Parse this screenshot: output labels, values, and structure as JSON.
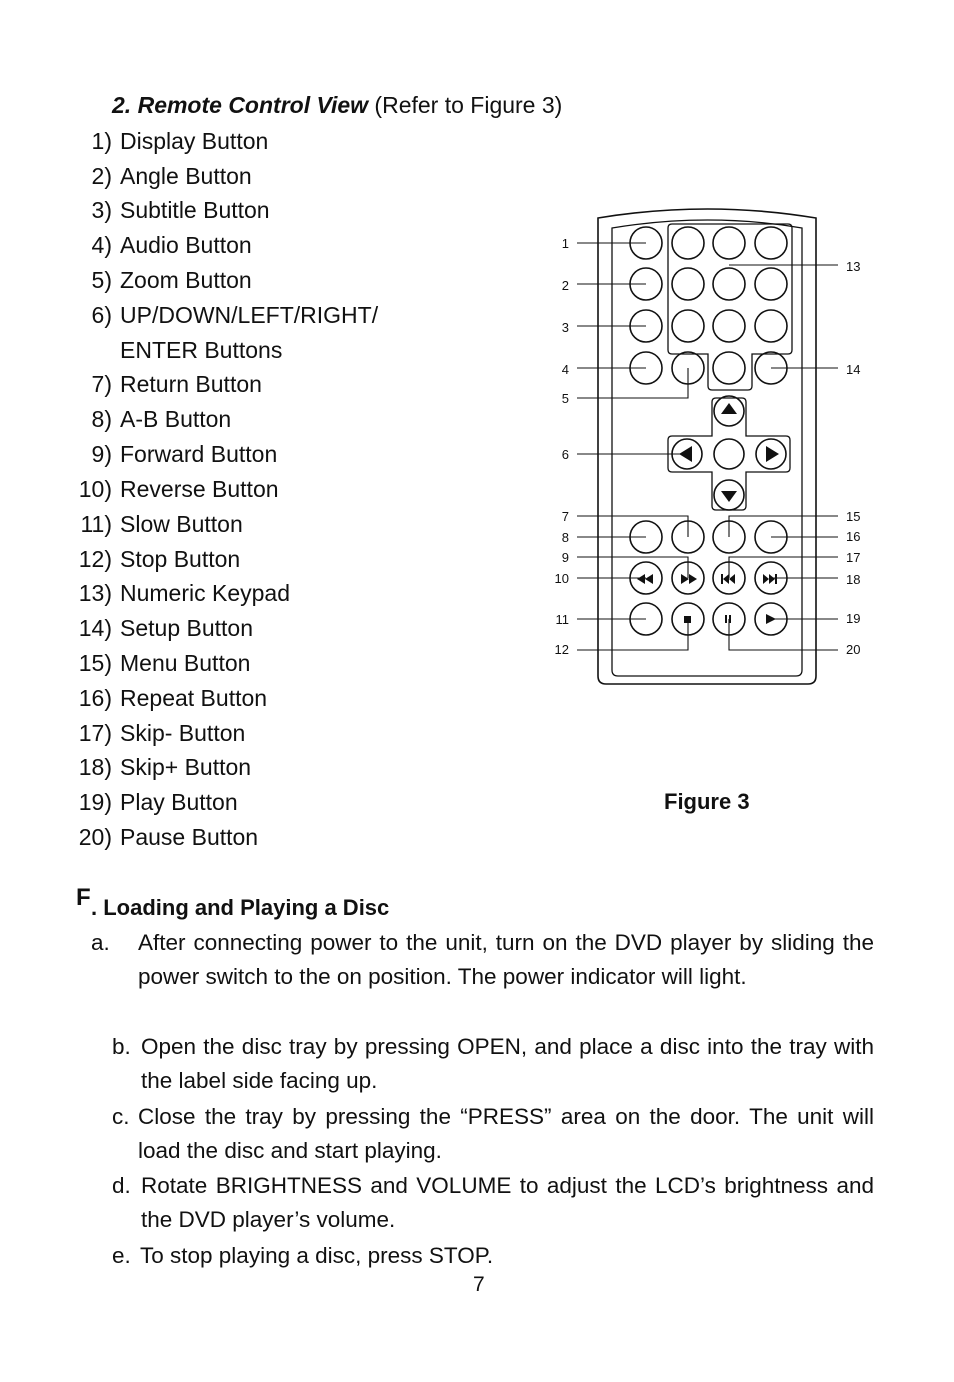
{
  "section": {
    "number": "2.",
    "title": "Remote Control View",
    "ref": "(Refer to Figure 3)"
  },
  "buttons": [
    {
      "num": "1)",
      "label": "Display Button"
    },
    {
      "num": "2)",
      "label": "Angle Button"
    },
    {
      "num": "3)",
      "label": "Subtitle Button"
    },
    {
      "num": "4)",
      "label": "Audio Button"
    },
    {
      "num": "5)",
      "label": "Zoom Button"
    },
    {
      "num": "6)",
      "label": "UP/DOWN/LEFT/RIGHT/"
    },
    {
      "num": "",
      "label": "ENTER Buttons"
    },
    {
      "num": "7)",
      "label": "Return Button"
    },
    {
      "num": "8)",
      "label": "A-B Button"
    },
    {
      "num": "9)",
      "label": "Forward Button"
    },
    {
      "num": "10)",
      "label": "Reverse Button"
    },
    {
      "num": "11)",
      "label": "Slow  Button"
    },
    {
      "num": "12)",
      "label": "Stop Button"
    },
    {
      "num": "13)",
      "label": "Numeric Keypad"
    },
    {
      "num": "14)",
      "label": "Setup Button"
    },
    {
      "num": "15)",
      "label": "Menu Button"
    },
    {
      "num": "16)",
      "label": "Repeat Button"
    },
    {
      "num": "17)",
      "label": "Skip- Button"
    },
    {
      "num": "18)",
      "label": "Skip+ Button"
    },
    {
      "num": "19)",
      "label": "Play  Button"
    },
    {
      "num": "20)",
      "label": "Pause Button"
    }
  ],
  "figure": {
    "caption": "Figure 3",
    "callouts_left": [
      "1",
      "2",
      "3",
      "4",
      "5",
      "6",
      "7",
      "8",
      "9",
      "10",
      "11",
      "12"
    ],
    "callouts_right": [
      "13",
      "14",
      "15",
      "16",
      "17",
      "18",
      "19",
      "20"
    ]
  },
  "loading": {
    "letter": "F",
    "title": ". Loading and Playing a Disc",
    "steps": [
      {
        "letter": "a.",
        "text": "After connecting power to the unit, turn on the DVD player by sliding the power switch to the on position. The power indicator will light."
      },
      {
        "letter": "b.",
        "text": "Open the disc tray by pressing OPEN, and place a disc into the tray with the label side facing up."
      },
      {
        "letter": "c.",
        "text": "Close the tray by pressing the “PRESS” area on the door. The unit will load the disc and start playing."
      },
      {
        "letter": "d.",
        "text": "Rotate BRIGHTNESS and VOLUME to adjust  the LCD’s brightness and  the DVD player’s volume."
      },
      {
        "letter": "e.",
        "text": "To stop playing a disc, press STOP."
      }
    ]
  },
  "page_number": "7"
}
